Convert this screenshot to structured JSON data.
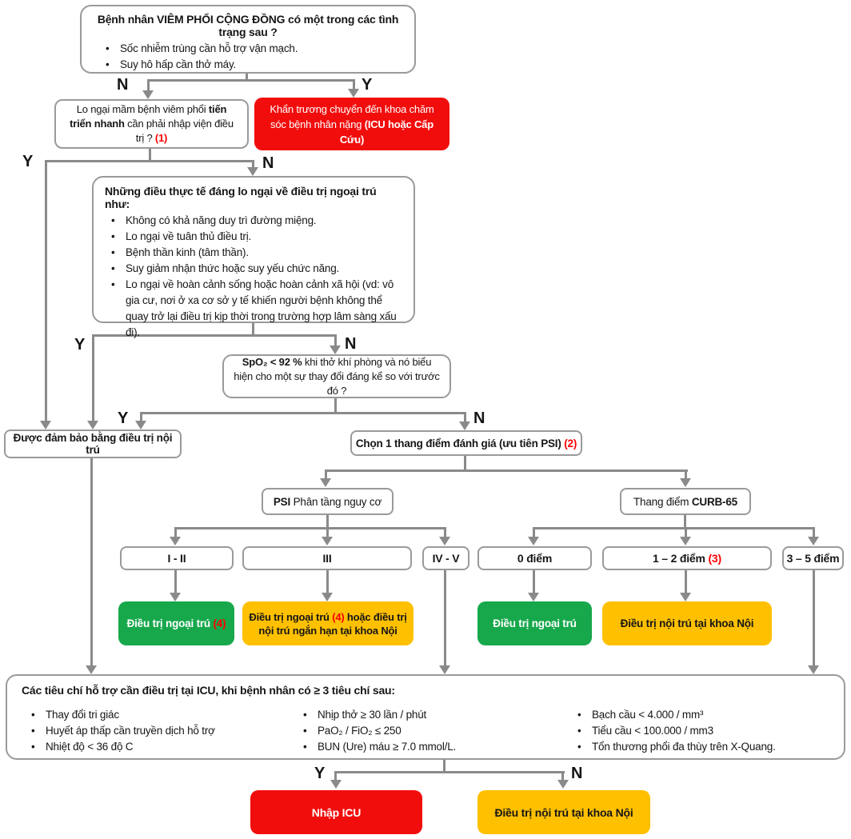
{
  "palette": {
    "red": "#f20d0d",
    "green": "#17a84c",
    "yellow": "#ffc000",
    "line_gray": "#8a8a8a",
    "border_gray": "#9a9a9a",
    "ref_red": "#fb0000"
  },
  "edge_labels": {
    "yes": "Y",
    "no": "N"
  },
  "nodes": {
    "start": {
      "title": "Bệnh nhân VIÊM PHỔI CỘNG ĐỒNG có một trong các tình trạng sau ?",
      "bullets": [
        "Sốc nhiễm trùng cần hỗ trợ vận mạch.",
        "Suy hô hấp cần thở máy."
      ]
    },
    "rapid_progression": {
      "parts": [
        "Lo ngại mầm bệnh viêm phổi ",
        "tiến triển nhanh",
        " cần phải nhập viện điều trị ? "
      ],
      "ref": "(1)"
    },
    "urgent_transfer": {
      "parts": [
        "Khẩn trương chuyển đến khoa chăm sóc bệnh nhân nặng ",
        "(ICU hoặc Cấp Cứu)"
      ]
    },
    "outpatient_concerns": {
      "title": "Những điều thực tế đáng lo ngại về điều trị ngoại trú như:",
      "bullets": [
        "Không có khả năng duy trì đường miệng.",
        "Lo ngại về tuân thủ điều trị.",
        "Bệnh thần kinh (tâm thần).",
        "Suy giảm nhận thức hoặc suy yếu chức năng.",
        "Lo ngại về hoàn cảnh sống hoặc hoàn cảnh xã hội (vd: vô gia cư, nơi ở xa cơ sở y tế khiến người bệnh không thể quay trở lại điều trị kịp thời trong trường hợp lâm sàng xấu đi)."
      ]
    },
    "spo2_question": {
      "bold": "SpO₂ < 92 %",
      "rest": " khi thở khí phòng và nó biểu hiện cho một sự thay đổi đáng kể so với trước đó ?"
    },
    "inpatient_assured": {
      "label": "Được đảm bảo bằng điều trị nội trú"
    },
    "choose_score": {
      "label": "Chọn 1 thang điểm đánh giá (ưu tiên PSI) ",
      "ref": "(2)"
    },
    "psi_header": {
      "bold": "PSI",
      "rest": " Phân tầng nguy cơ"
    },
    "curb_header": {
      "pre": "Thang điểm ",
      "bold": "CURB-65"
    },
    "psi_class_1_2": {
      "label": "I - II"
    },
    "psi_class_3": {
      "label": "III"
    },
    "psi_class_4_5": {
      "label": "IV - V"
    },
    "curb_0": {
      "label": "0 điểm"
    },
    "curb_1_2": {
      "label": "1 – 2 điểm ",
      "ref": "(3)"
    },
    "curb_3_5": {
      "label": "3 – 5 điểm"
    },
    "outpatient_psi": {
      "label": "Điều trị ngoại trú ",
      "ref": "(4)"
    },
    "outpatient_or_short_stay": {
      "pre": "Điều trị ngoại trú ",
      "ref": "(4)",
      "post": " hoặc điều trị nội trú ngắn hạn tại khoa Nội"
    },
    "outpatient_curb": {
      "label": "Điều trị ngoại trú"
    },
    "inpatient_ward_curb": {
      "label": "Điều trị nội trú tại khoa Nội"
    },
    "icu_criteria": {
      "title": "Các tiêu chí hỗ trợ cần điều trị tại ICU, khi bệnh nhân có ≥ 3 tiêu chí sau:",
      "col1": [
        "Thay đổi tri giác",
        "Huyết áp thấp cần truyền dịch hỗ trợ",
        "Nhiệt độ < 36 độ C"
      ],
      "col2": [
        "Nhịp thở ≥ 30 lần / phút",
        "PaO₂ / FiO₂ ≤ 250",
        "BUN (Ure) máu ≥ 7.0 mmol/L."
      ],
      "col3": [
        "Bạch cầu < 4.000 / mm³",
        "Tiểu cầu < 100.000 / mm3",
        "Tổn thương phổi đa thùy trên X-Quang."
      ]
    },
    "admit_icu": {
      "label": "Nhập ICU"
    },
    "inpatient_ward_final": {
      "label": "Điều trị nội trú tại khoa Nội"
    }
  }
}
